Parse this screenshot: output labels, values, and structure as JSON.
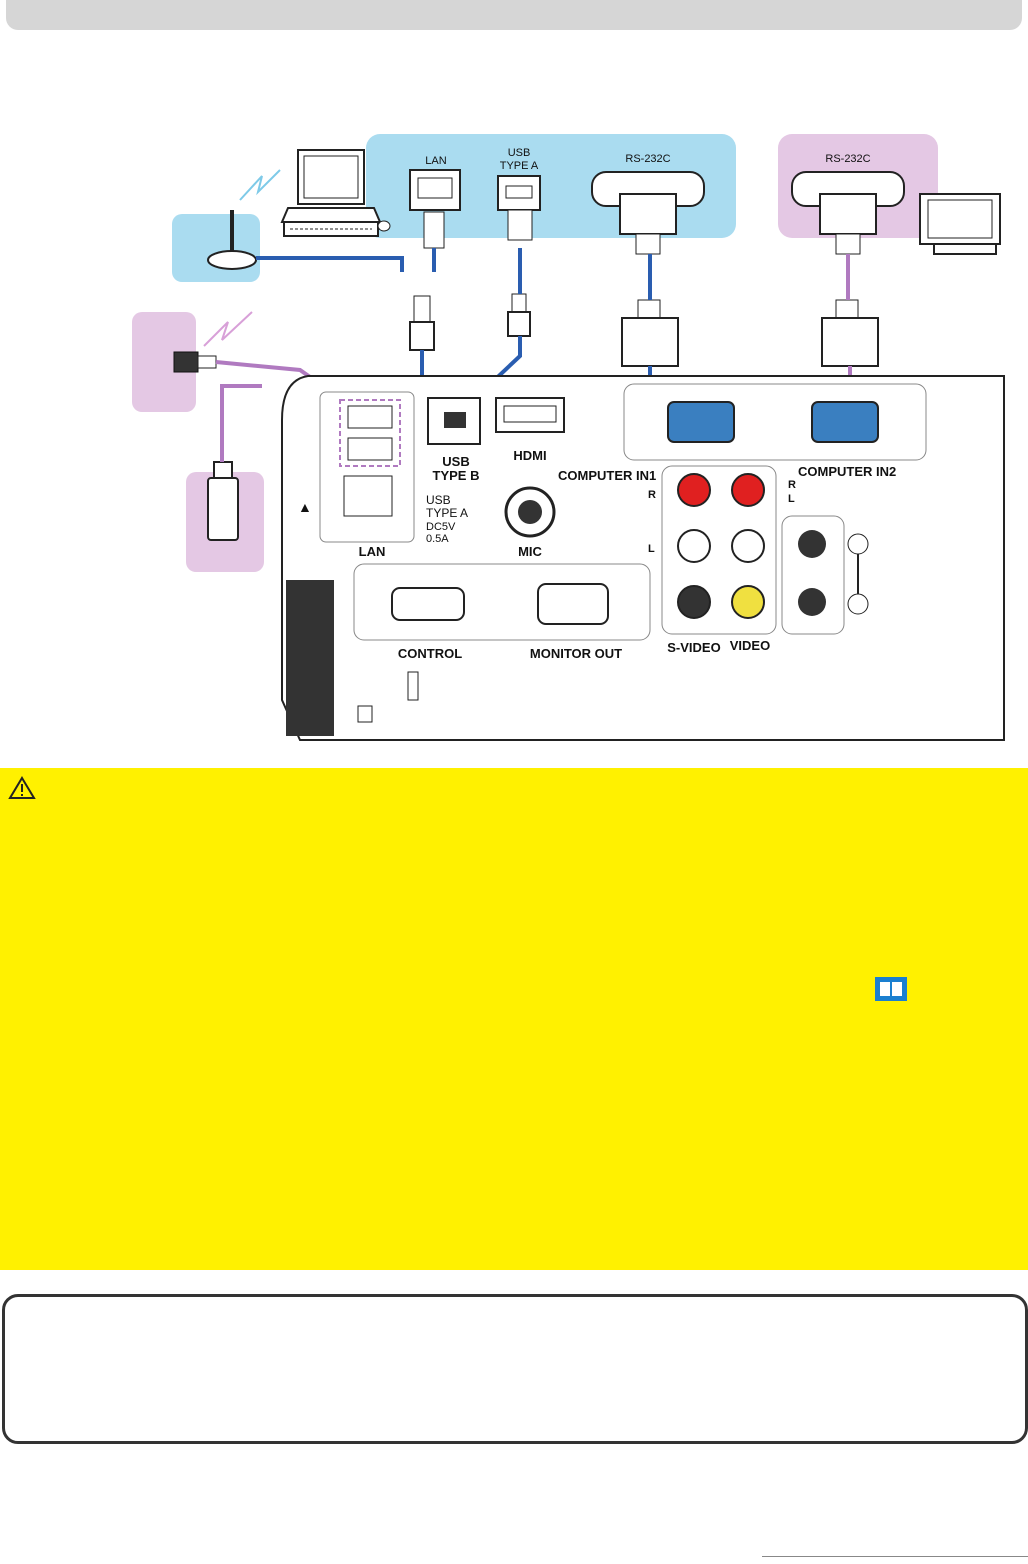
{
  "diagram": {
    "labels": {
      "top_lan": "LAN",
      "top_usb_line1": "USB",
      "top_usb_line2": "TYPE A",
      "top_rs232c_1": "RS-232C",
      "top_rs232c_2": "RS-232C",
      "usb_type_b_line1": "USB",
      "usb_type_b_line2": "TYPE B",
      "hdmi": "HDMI",
      "computer_in1": "COMPUTER IN1",
      "computer_in2": "COMPUTER IN2",
      "usb_type_a_line1": "USB",
      "usb_type_a_line2": "TYPE A",
      "usb_type_a_line3": "DC5V",
      "usb_type_a_line4": "0.5A",
      "lan": "LAN",
      "mic": "MIC",
      "control": "CONTROL",
      "monitor_out": "MONITOR OUT",
      "s_video": "S-VIDEO",
      "video": "VIDEO",
      "r1": "R",
      "l1": "L",
      "r2": "R",
      "l2": "L",
      "triangle": "▲"
    },
    "colors": {
      "blue_highlight": "#aadcf0",
      "pink_highlight": "#e4c8e4",
      "blue_cable": "#2a5db0",
      "purple_cable": "#b07ac0",
      "port_blue": "#3a7fc0"
    }
  },
  "caution": {
    "icon": "warning-triangle-icon",
    "ref_icon": "book-icon",
    "background": "#fff100"
  },
  "note": {}
}
